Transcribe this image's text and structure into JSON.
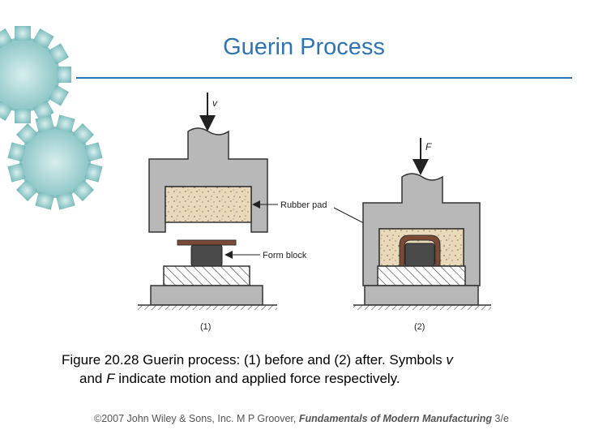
{
  "slide": {
    "title": "Guerin Process"
  },
  "figure": {
    "labels": {
      "velocity": "v",
      "force": "F",
      "rubber_pad": "Rubber pad",
      "form_block": "Form block",
      "stage1": "(1)",
      "stage2": "(2)"
    }
  },
  "caption": {
    "line1_a": "Figure 20.28  Guerin process: (1) before and (2) after. Symbols ",
    "line1_v": "v",
    "line2_a": "and ",
    "line2_f": "F",
    "line2_b": " indicate motion and applied force respectively."
  },
  "footer": {
    "copyright": "©2007 John Wiley & Sons, Inc.  M P Groover, ",
    "book": "Fundamentals of Modern Manufacturing",
    "edition": " 3/e"
  },
  "colors": {
    "title": "#2e75b6",
    "die_gray": "#b8b8b8",
    "rubber": "#e8d8b8",
    "form_block": "#4a4a4a",
    "blank": "#7a4a35",
    "gear": "#8fc8c8"
  }
}
